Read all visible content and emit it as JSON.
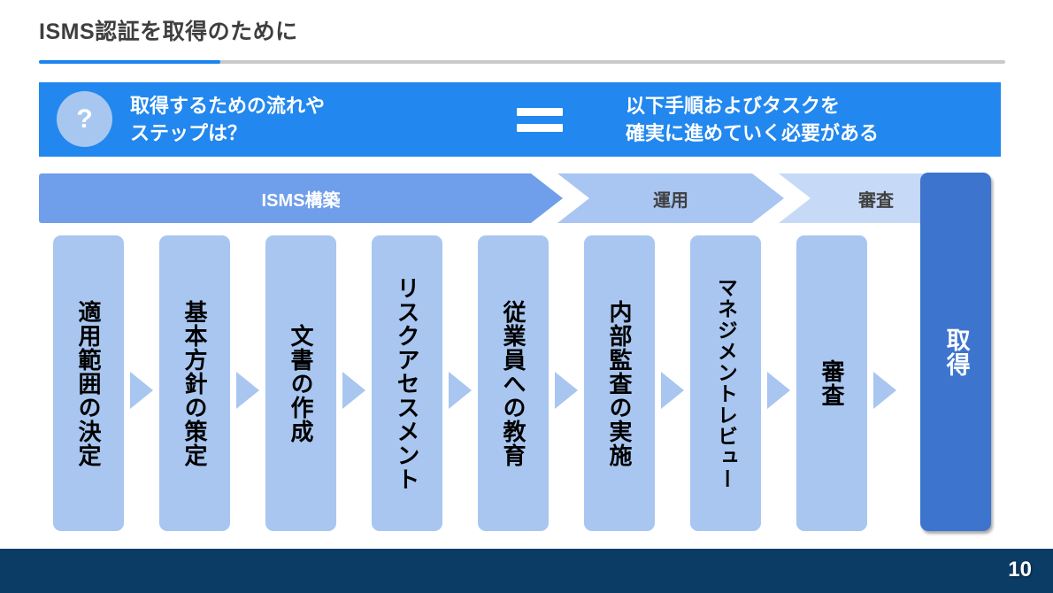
{
  "slide": {
    "title": "ISMS認証を取得のために",
    "page_number": "10",
    "title_color": "#3f3f3f",
    "accent_color": "#1b84ee",
    "footer_color": "#0b3c66"
  },
  "banner": {
    "background_color": "#2287ee",
    "question_icon": "question-mark-icon",
    "question_mark": "?",
    "left_text": "取得するための流れや\nステップは？",
    "equals_icon": "equals-sign-icon",
    "right_text": "以下手順およびタスクを\n確実に進めていく必要がある"
  },
  "phases": [
    {
      "label": "ISMS構築",
      "color": "#6f9eea",
      "text_color": "#ffffff"
    },
    {
      "label": "運用",
      "color": "#a9c5f2",
      "text_color": "#404040"
    },
    {
      "label": "審査",
      "color": "#c6d9f7",
      "text_color": "#404040"
    }
  ],
  "steps": [
    {
      "label": "適用範囲の決定"
    },
    {
      "label": "基本方針の策定"
    },
    {
      "label": "文書の作成"
    },
    {
      "label": "リスクアセスメント"
    },
    {
      "label": "従業員への教育"
    },
    {
      "label": "内部監査の実施"
    },
    {
      "label": "マネジメントレビュー"
    },
    {
      "label": "審査"
    }
  ],
  "final_step": {
    "label": "取得",
    "color": "#3d74ce",
    "text_color": "#ffffff"
  }
}
